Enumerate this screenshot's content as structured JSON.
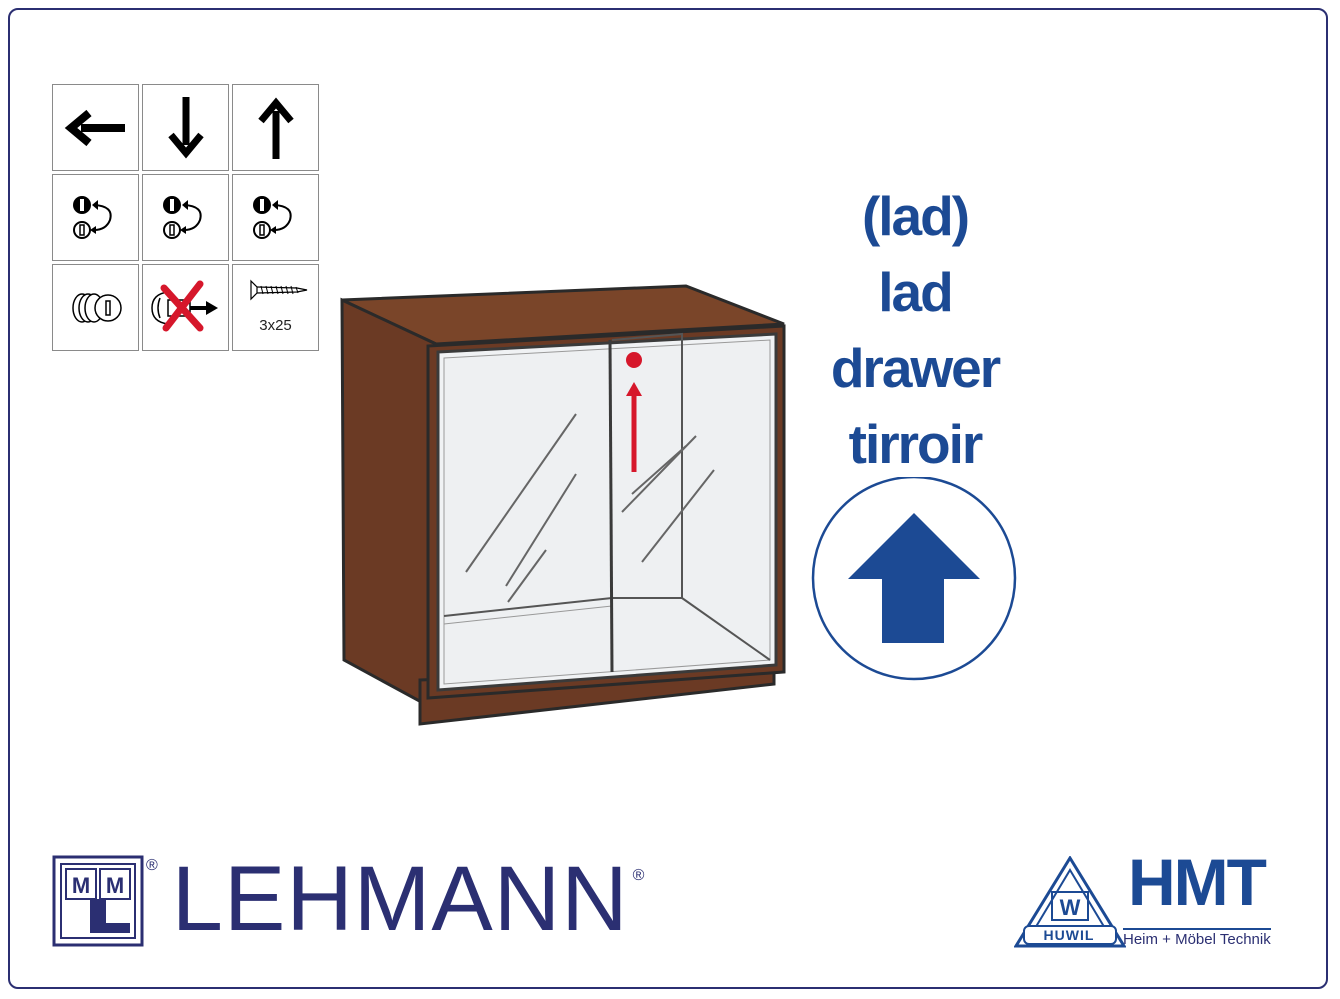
{
  "icons": [
    {
      "name": "arrow-left-icon"
    },
    {
      "name": "arrow-down-icon"
    },
    {
      "name": "arrow-up-icon"
    },
    {
      "name": "cam-lock-rotate-icon"
    },
    {
      "name": "cam-lock-rotate-icon"
    },
    {
      "name": "cam-lock-rotate-icon"
    },
    {
      "name": "cam-fitting-icon"
    },
    {
      "name": "no-cam-icon"
    },
    {
      "name": "screw-icon",
      "label": "3x25"
    }
  ],
  "labels": [
    "(lad)",
    "lad",
    "drawer",
    "tirroir"
  ],
  "colors": {
    "frame": "#2b2f72",
    "label": "#1c4a94",
    "cabinet_wood": "#6b3a24",
    "indicator_red": "#d6172b"
  },
  "brand": {
    "lehmann": "LEHMANN",
    "lehmann_reg": "®",
    "lehmann_mark": "MLM",
    "hmt_title": "HMT",
    "hmt_subtitle": "Heim + Möbel Technik",
    "huwil": "HUWIL",
    "huwil_mark": "W"
  }
}
